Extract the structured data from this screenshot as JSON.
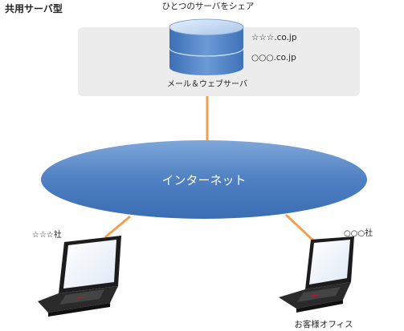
{
  "title": "共用サーバ型",
  "server_panel": {
    "caption": "ひとつのサーバをシェア",
    "domains": [
      "☆☆☆.co.jp",
      "○○○.co.jp"
    ],
    "server_label": "メール＆ウェブサーバ"
  },
  "network": {
    "label": "インターネット"
  },
  "clients": [
    {
      "label": "☆☆☆社"
    },
    {
      "label": "○○○社"
    }
  ],
  "office_label": "お客様オフィス",
  "colors": {
    "cloud": "#4d7fc0",
    "link": "#f0a050",
    "panel": "#ececec",
    "server": "#5a8fcf"
  }
}
